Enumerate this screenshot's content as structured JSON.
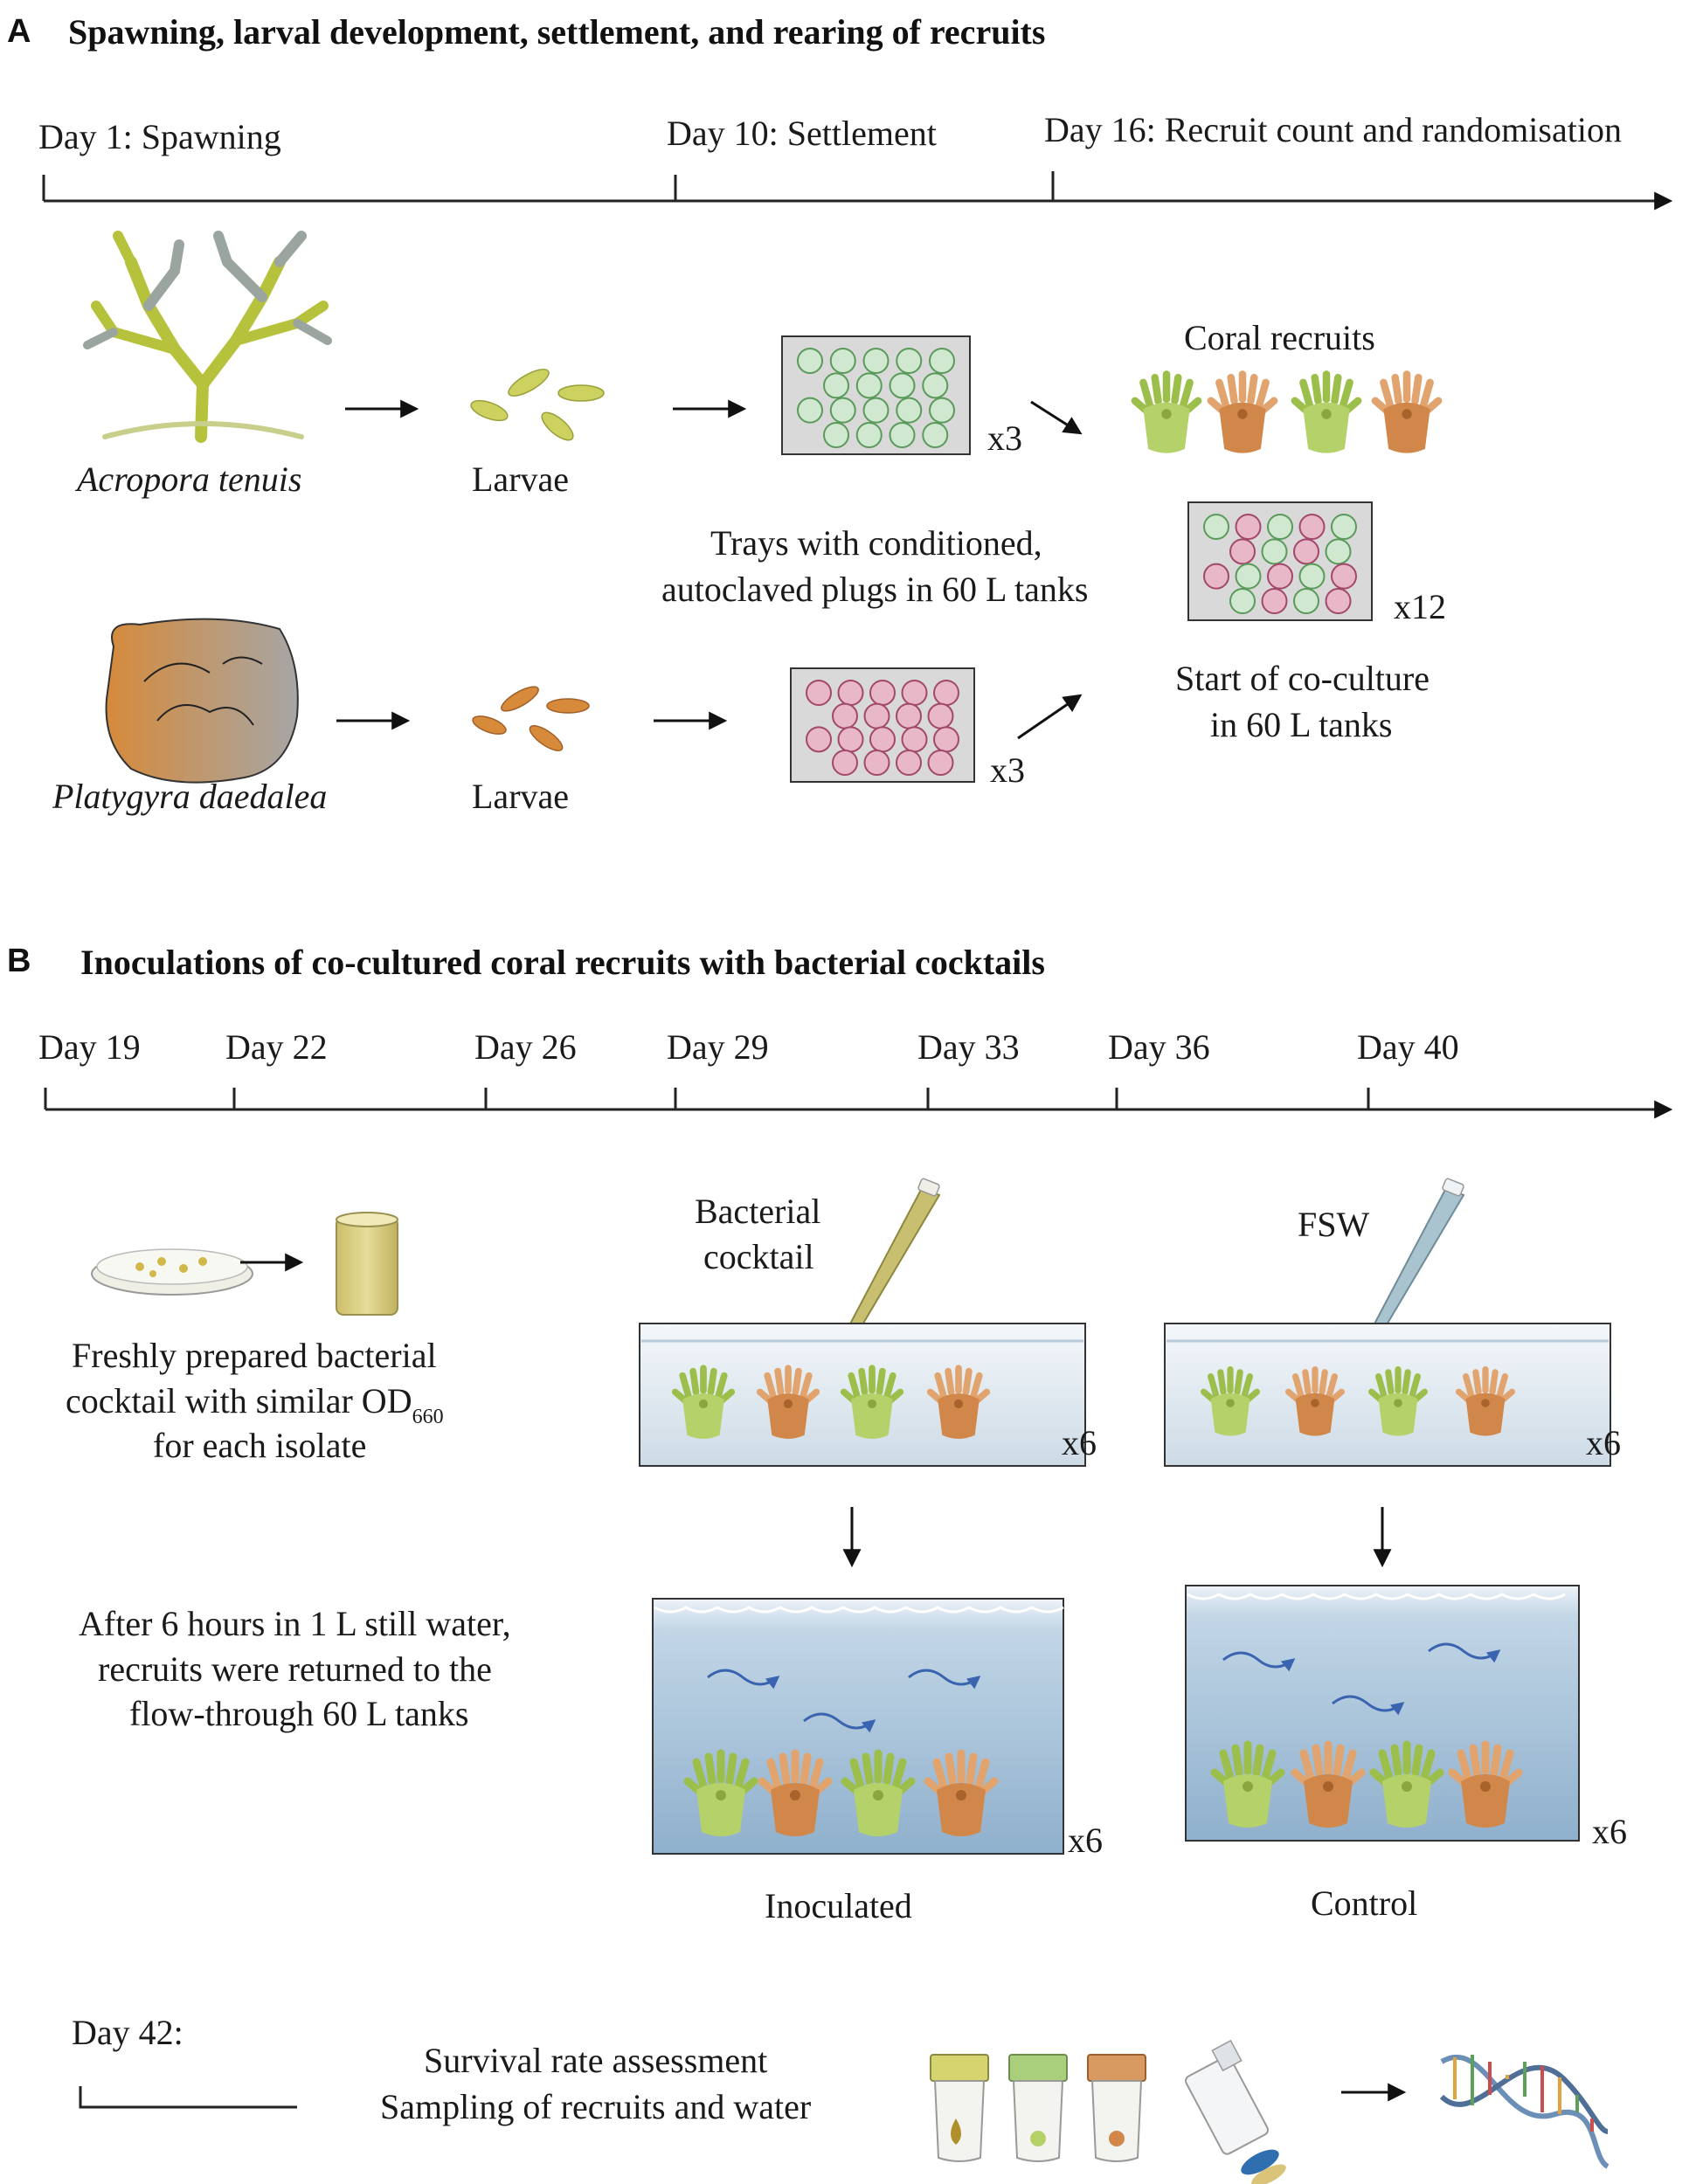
{
  "panel_a": {
    "letter": "A",
    "heading": "Spawning, larval development, settlement, and rearing of recruits",
    "timeline": [
      "Day 1: Spawning",
      "Day 10: Settlement",
      "Day 16: Recruit count and randomisation"
    ],
    "species_1": "Acropora tenuis",
    "species_2": "Platygyra daedalea",
    "larvae_1": "Larvae",
    "larvae_2": "Larvae",
    "trays_caption_1": "Trays with conditioned,",
    "trays_caption_2": "autoclaved plugs in 60 L tanks",
    "tray_mult_1": "x3",
    "tray_mult_2": "x3",
    "recruits_label": "Coral recruits",
    "coculture_mult": "x12",
    "coculture_caption_1": "Start of co-culture",
    "coculture_caption_2": "in 60 L tanks"
  },
  "panel_b": {
    "letter": "B",
    "heading": "Inoculations of co-cultured coral recruits with bacterial cocktails",
    "timeline": [
      "Day 19",
      "Day 22",
      "Day 26",
      "Day 29",
      "Day 33",
      "Day 36",
      "Day 40"
    ],
    "prep_line_1": "Freshly prepared bacterial",
    "prep_line_2": "cocktail with similar OD",
    "prep_sub": "660",
    "prep_line_3": "for each isolate",
    "cocktail_label_1": "Bacterial",
    "cocktail_label_2": "cocktail",
    "fsw_label": "FSW",
    "mult_small_1": "x6",
    "mult_small_2": "x6",
    "mult_large_1": "x6",
    "mult_large_2": "x6",
    "after_line_1": "After 6 hours in 1 L still water,",
    "after_line_2": "recruits were returned to the",
    "after_line_3": "flow-through 60 L tanks",
    "inoculated_label": "Inoculated",
    "control_label": "Control",
    "day42_label": "Day 42:",
    "final_line_1": "Survival rate assessment",
    "final_line_2": "Sampling of recruits and water"
  },
  "colors": {
    "green_recruit": "#b5d26a",
    "orange_recruit": "#d2874a",
    "tray_grey": "#d9d9d9",
    "plug_green": "#cfe8cf",
    "plug_pink": "#e8b8c8",
    "water_blue": "#a9c3d9",
    "current_arrow": "#3a63b0",
    "pipette_yellow": "#c8c070",
    "pipette_blue": "#a9c4cf",
    "coral_acropora": "#b7c23c",
    "coral_platygyra": "#d68a3a"
  },
  "icons": [
    "branching-coral-icon",
    "massive-coral-icon",
    "petri-dish-icon",
    "beaker-icon",
    "pipette-icon",
    "sample-tube-icon",
    "syringe-filter-icon",
    "dna-icon",
    "water-current-icon"
  ]
}
